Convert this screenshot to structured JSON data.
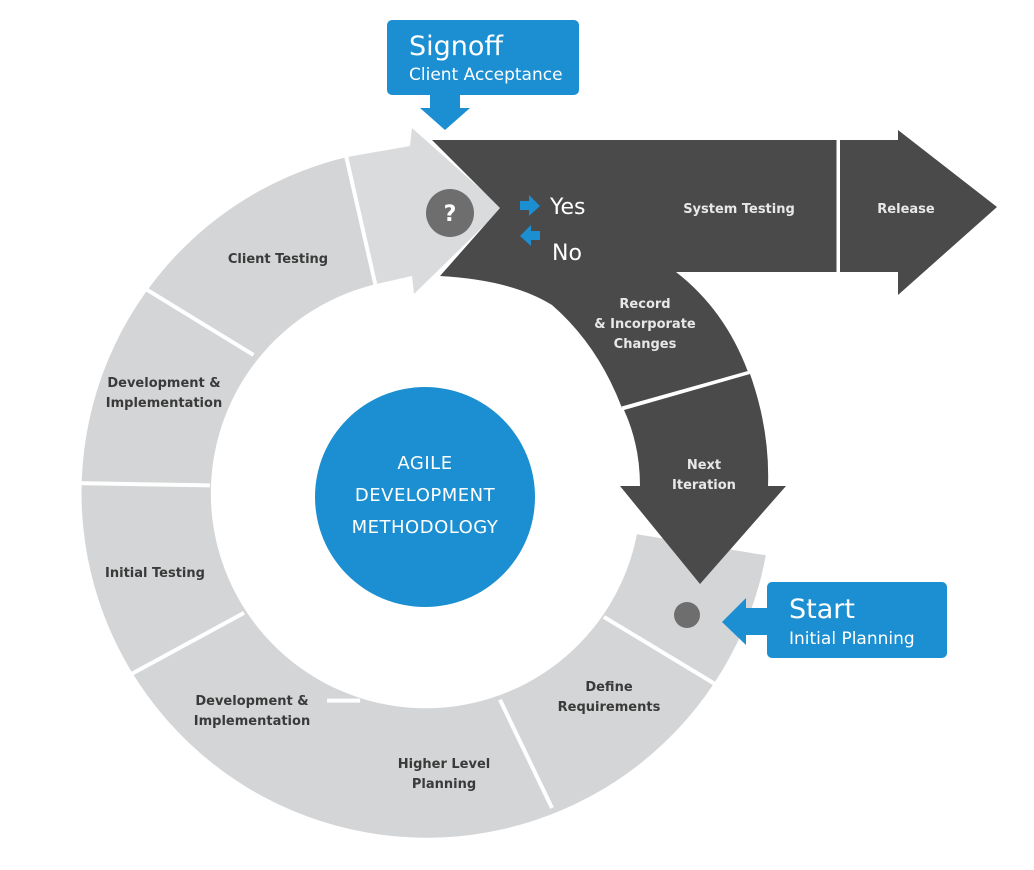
{
  "center": {
    "line1": "AGILE",
    "line2": "DEVELOPMENT",
    "line3": "METHODOLOGY"
  },
  "signoff": {
    "title": "Signoff",
    "subtitle": "Client Acceptance"
  },
  "start": {
    "title": "Start",
    "subtitle": "Initial Planning"
  },
  "decision": {
    "symbol": "?",
    "yes": "Yes",
    "no": "No"
  },
  "segments": {
    "client_testing": "Client Testing",
    "dev_impl_upper_1": "Development &",
    "dev_impl_upper_2": "Implementation",
    "initial_testing": "Initial Testing",
    "dev_impl_lower_1": "Development &",
    "dev_impl_lower_2": "Implementation",
    "higher_level_1": "Higher Level",
    "higher_level_2": "Planning",
    "define_req_1": "Define",
    "define_req_2": "Requirements"
  },
  "flow": {
    "system_testing": "System Testing",
    "release": "Release",
    "record_1": "Record",
    "record_2": "& Incorporate",
    "record_3": "Changes",
    "next_1": "Next",
    "next_2": "Iteration"
  },
  "colors": {
    "ring": "#d4d5d6",
    "ring_light": "#dfe0e1",
    "dark": "#4a4a4b",
    "accent": "#1b8fd1",
    "node": "#6e6e6e"
  }
}
